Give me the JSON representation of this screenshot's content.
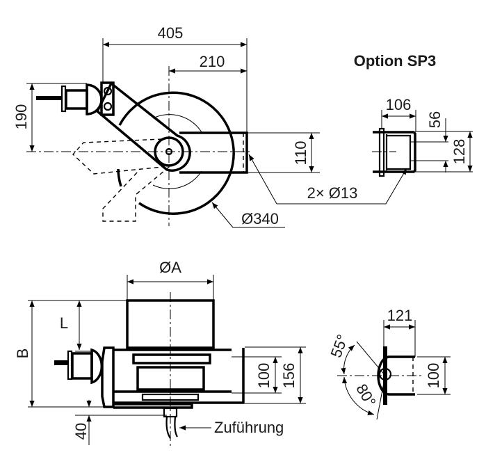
{
  "title": "Option SP3",
  "top_view": {
    "dim_overall_width": "405",
    "dim_center_to_end": "210",
    "dim_height": "190",
    "dim_bracket_height": "110",
    "dim_diameter": "Ø340",
    "dim_holes": "2× Ø13"
  },
  "option_sp3": {
    "dim_width": "106",
    "dim_hole_spacing": "56",
    "dim_height": "128"
  },
  "front_view": {
    "dim_diameter": "ØA",
    "dim_total_height": "B",
    "dim_l": "L",
    "dim_100": "100",
    "dim_156": "156",
    "dim_40": "40",
    "feed_label": "Zuführung"
  },
  "side_view": {
    "dim_width": "121",
    "dim_height": "100",
    "angle_up": "55°",
    "angle_down": "80°"
  },
  "arrow_marker": "#000000"
}
